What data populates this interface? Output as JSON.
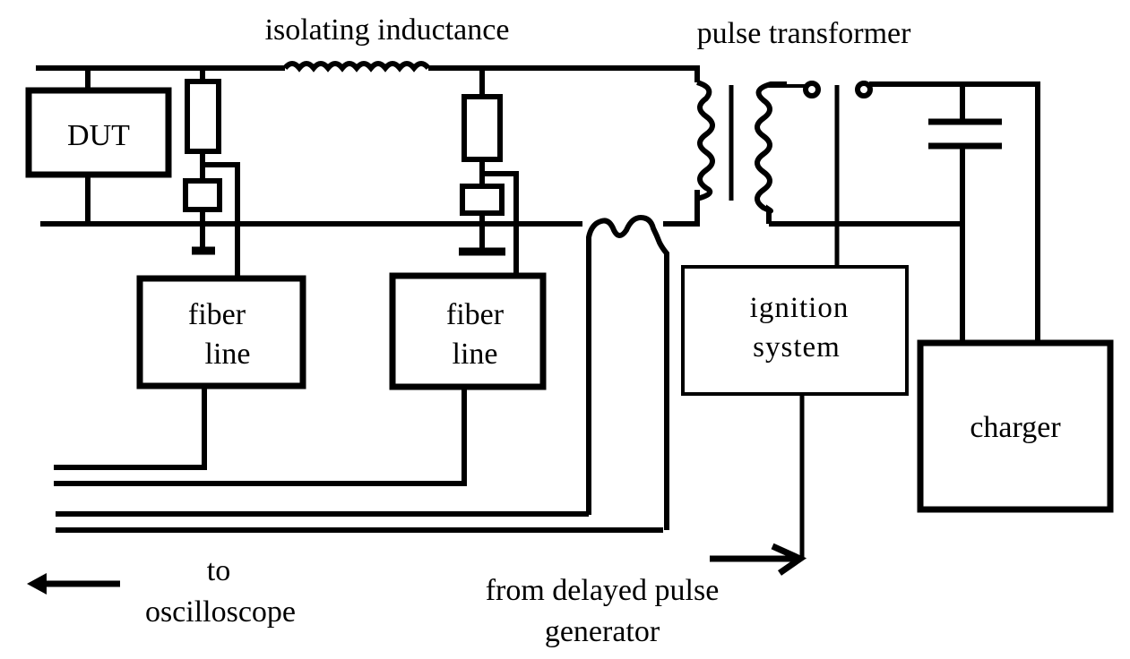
{
  "diagram": {
    "title_labels": {
      "isolating_inductance": "isolating inductance",
      "pulse_transformer": "pulse transformer"
    },
    "blocks": {
      "dut": "DUT",
      "fiber_line_1": [
        "fiber",
        "line"
      ],
      "fiber_line_2": [
        "fiber",
        "line"
      ],
      "ignition_system": [
        "ignition",
        "system"
      ],
      "charger": "charger"
    },
    "io_labels": {
      "to_oscilloscope": [
        "to",
        "oscilloscope"
      ],
      "from_delayed_pulse_generator": [
        "from delayed pulse",
        "generator"
      ]
    },
    "components": [
      "isolating-inductor",
      "voltage-divider-resistor-1",
      "current-shunt-1",
      "voltage-divider-resistor-2",
      "current-shunt-2",
      "rogowski-coil",
      "pulse-transformer",
      "spark-gap",
      "storage-capacitor"
    ],
    "colors": {
      "line": "#000000",
      "background": "#ffffff"
    }
  }
}
